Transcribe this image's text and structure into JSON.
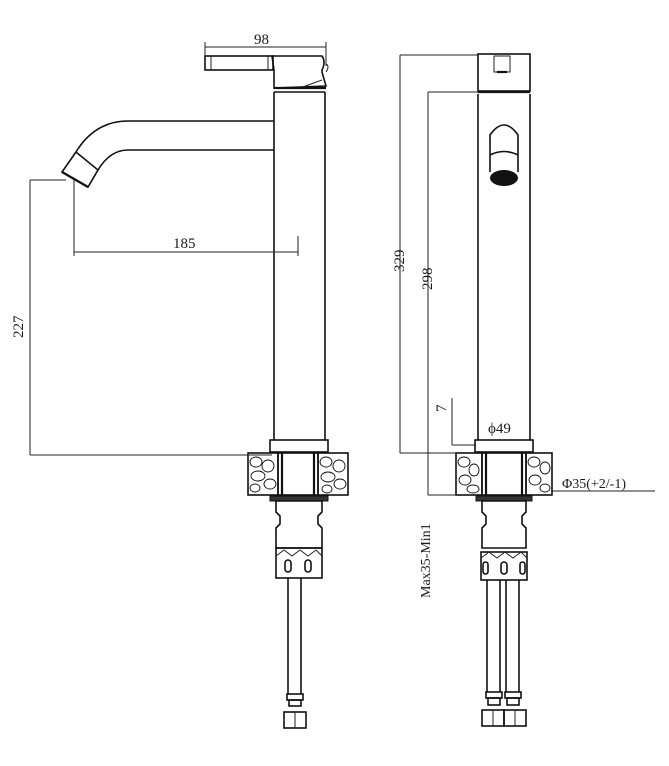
{
  "drawing": {
    "title": "Tall basin mixer faucet dimension drawing",
    "views": [
      "side-view",
      "front-view"
    ],
    "units": "mm"
  },
  "side_view": {
    "handle_length_label": "98",
    "spout_reach_label": "185",
    "spout_height_label": "227"
  },
  "front_view": {
    "total_height_label": "329",
    "body_height_label": "298",
    "base_step_label": "7",
    "base_diameter_label": "ϕ49",
    "hole_diameter_label": "Φ35(+2/-1)",
    "deck_thickness_label": "Max35-Min1"
  },
  "colors": {
    "line": "#111111",
    "background": "#ffffff",
    "aerator": "#111111"
  }
}
